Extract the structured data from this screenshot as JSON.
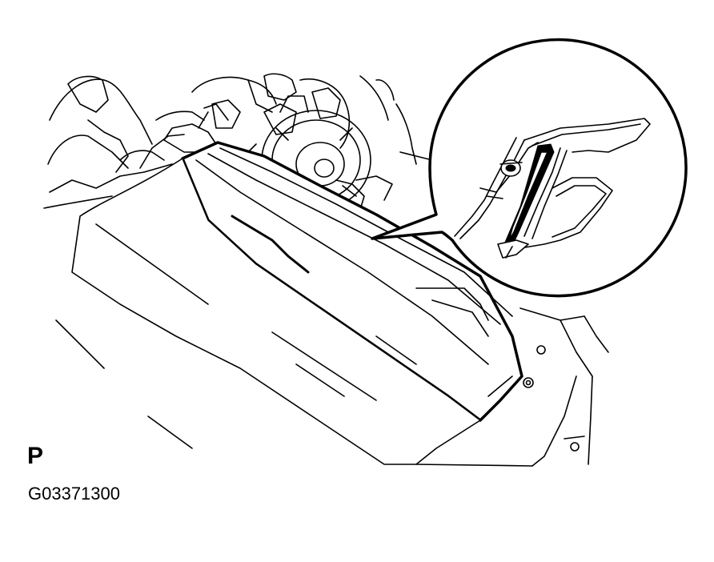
{
  "figure": {
    "view_label": "P",
    "figure_code": "G03371300"
  },
  "colors": {
    "line": "#000000",
    "background": "#ffffff"
  },
  "parts": {
    "main_component": "radiator-support-panel",
    "detail_callout": "clip-detail-magnified"
  }
}
